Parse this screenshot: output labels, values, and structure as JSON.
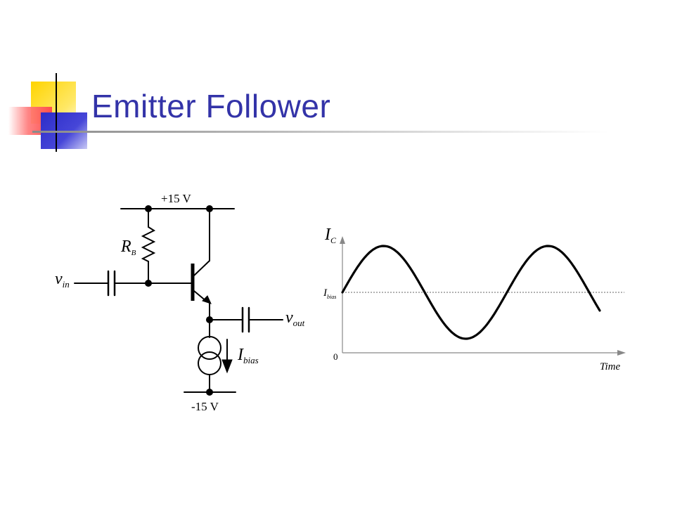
{
  "slide": {
    "title": "Emitter Follower"
  },
  "circuit": {
    "supply_pos": "+15 V",
    "supply_neg": "-15 V",
    "resistor": {
      "main": "R",
      "sub": "B"
    },
    "input": {
      "main": "v",
      "sub": "in"
    },
    "output": {
      "main": "v",
      "sub": "out"
    },
    "current_source": {
      "main": "I",
      "sub": "bias"
    }
  },
  "waveform": {
    "y_label": {
      "main": "I",
      "sub": "C"
    },
    "bias_label": {
      "main": "I",
      "sub": "bias"
    },
    "zero_label": "0",
    "x_label": "Time"
  }
}
